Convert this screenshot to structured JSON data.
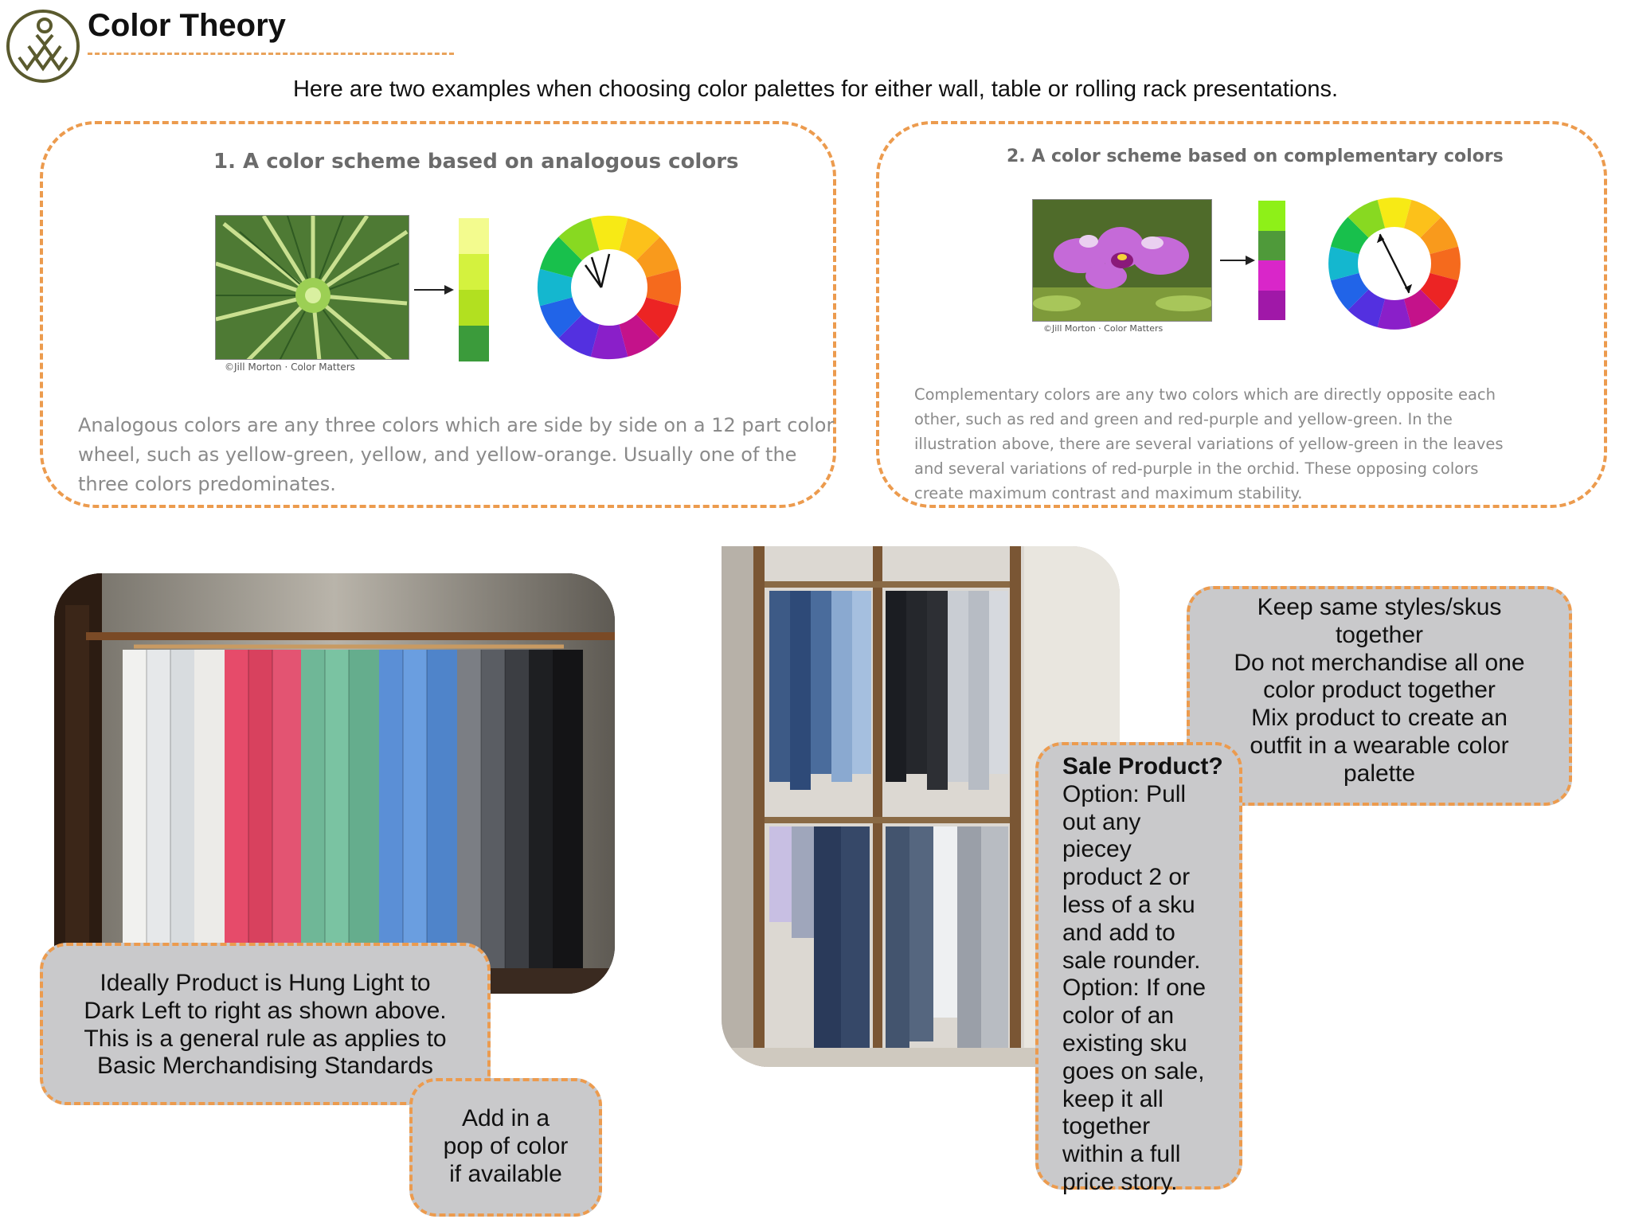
{
  "header": {
    "title": "Color Theory",
    "intro": "Here are two examples when choosing color palettes for either wall, table or rolling rack presentations."
  },
  "colors": {
    "accent_orange": "#ec9b4e",
    "callout_gray": "#c9c9cb",
    "logo_olive": "#5a5a2e"
  },
  "panel_analogous": {
    "heading": "1. A color scheme based on analogous colors",
    "credit": "©Jill Morton · Color Matters",
    "body_lines": [
      "Analogous colors are any three colors which are side by side on a 12 part color",
      "wheel, such as yellow-green, yellow, and yellow-orange. Usually one of the",
      "three colors predominates."
    ],
    "swatches": [
      "#f3fb8e",
      "#d4f23e",
      "#b2e020",
      "#3b9b3b"
    ],
    "photo_icon": "bromeliad-leaf-photo",
    "arrow_icon": "right-arrow-icon",
    "wheel_icon": "color-wheel-icon"
  },
  "panel_complementary": {
    "heading": "2. A color scheme based on complementary colors",
    "credit": "©Jill Morton · Color Matters",
    "body_lines": [
      "Complementary colors are any two colors which are directly opposite each",
      "other, such as red and green and red-purple and yellow-green. In the",
      "illustration above, there are several variations of yellow-green in the leaves",
      "and several variations of red-purple in the orchid. These opposing colors",
      "create maximum contrast and maximum stability."
    ],
    "swatches": [
      "#8ef018",
      "#4f9a3a",
      "#d926c9",
      "#a018a8"
    ],
    "photo_icon": "orchid-photo",
    "arrow_icon": "right-arrow-icon",
    "wheel_icon": "color-wheel-icon"
  },
  "photos": {
    "rack": "clothing-rack-photo",
    "closet": "closet-display-photo"
  },
  "callouts": {
    "hung": {
      "lines": [
        "Ideally Product is Hung Light to",
        "Dark Left to right as shown above.",
        "This is a general rule as applies to",
        "Basic Merchandising Standards"
      ]
    },
    "pop": {
      "lines": [
        "Add in a",
        "pop of color",
        "if available"
      ]
    },
    "skus": {
      "lines": [
        "Keep same styles/skus",
        "together",
        "Do not merchandise all one",
        "color product together",
        "Mix product to create an",
        "outfit in a wearable color",
        "palette"
      ]
    },
    "sale": {
      "title": "Sale Product?",
      "lines": [
        "Option: Pull",
        "out any",
        "piecey",
        "product 2 or",
        "less of a sku",
        "and add to",
        "sale rounder.",
        "Option: If one",
        "color of an",
        "existing sku",
        "goes on sale,",
        "keep it all",
        "together",
        "within a full",
        "price story."
      ]
    }
  }
}
